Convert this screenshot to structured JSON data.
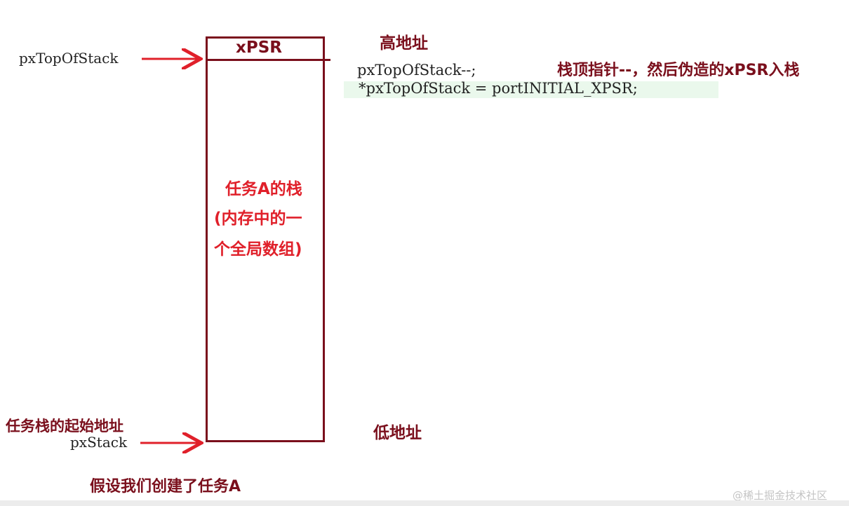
{
  "stack": {
    "top_cell_label": "xPSR",
    "body_label_lines": [
      "任务A的栈",
      "(内存中的一",
      "个全局数组)"
    ]
  },
  "labels": {
    "high_address": "高地址",
    "low_address": "低地址",
    "top_pointer": "pxTopOfStack",
    "start_address": "任务栈的起始地址",
    "bottom_pointer": "pxStack",
    "caption": "假设我们创建了任务A"
  },
  "code": {
    "line1": "pxTopOfStack--;",
    "line2": "*pxTopOfStack = portINITIAL_XPSR;",
    "annotation": "栈顶指针--，然后伪造的xPSR入栈"
  },
  "watermark": "@稀土掘金技术社区",
  "colors": {
    "dark_red": "#7a0f1c",
    "bright_red": "#e0202a",
    "code_highlight": "#eaf8ec"
  }
}
